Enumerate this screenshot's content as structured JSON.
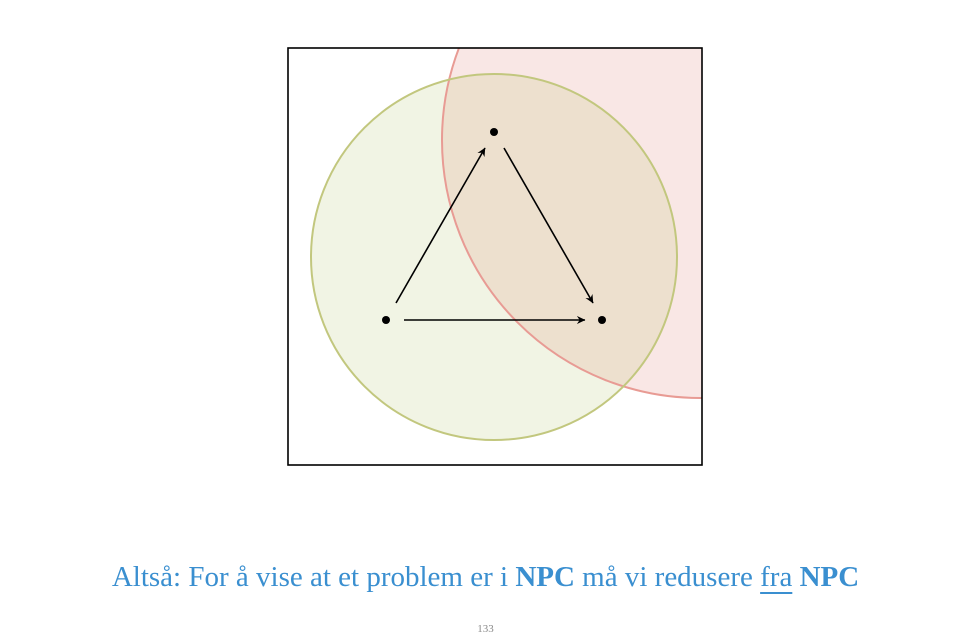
{
  "caption": {
    "part1": "Altså: For å vise at et problem er i ",
    "npc1": "NPC",
    "part2": " må vi redusere ",
    "fra": "fra",
    "space": " ",
    "npc2": "NPC"
  },
  "page_number": "133",
  "colors": {
    "green_fill": "#f1f4e4",
    "green_stroke": "#c2c77e",
    "red_fill": "#f9e7e5",
    "red_stroke": "#e89b94",
    "overlap_fill": "#ede0ce",
    "caption": "#3a8fd0"
  }
}
